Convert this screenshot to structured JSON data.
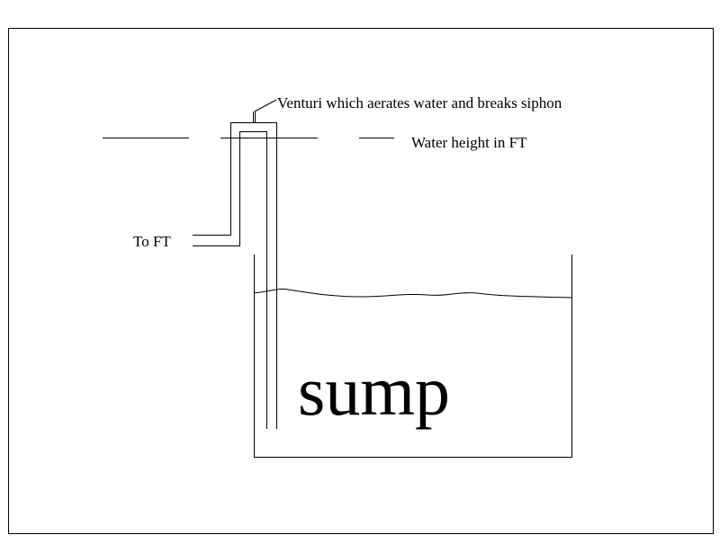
{
  "diagram": {
    "venturi_label": "Venturi which aerates water and breaks siphon",
    "water_height_label": "Water height in FT",
    "to_ft_label": "To FT",
    "sump_label": "sump"
  },
  "colors": {
    "background": "#ffffff",
    "ink": "#000000"
  }
}
